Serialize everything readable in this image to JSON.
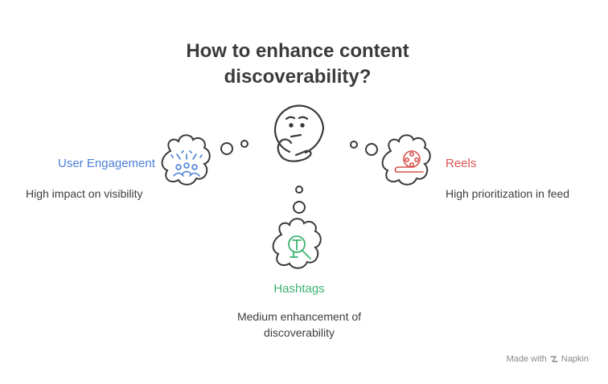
{
  "title": "How to enhance content discoverability?",
  "branches": {
    "left": {
      "label": "User Engagement",
      "description": "High impact on visibility",
      "color": "#4a7fd8",
      "icon": "people-celebration-icon"
    },
    "right": {
      "label": "Reels",
      "description": "High prioritization in feed",
      "color": "#d9534f",
      "icon": "film-reel-icon"
    },
    "bottom": {
      "label": "Hashtags",
      "description": "Medium enhancement of discoverability",
      "color": "#3cb371",
      "icon": "text-search-icon"
    }
  },
  "center_icon": "thinking-face-icon",
  "credit": {
    "text": "Made with",
    "brand": "Napkin"
  }
}
